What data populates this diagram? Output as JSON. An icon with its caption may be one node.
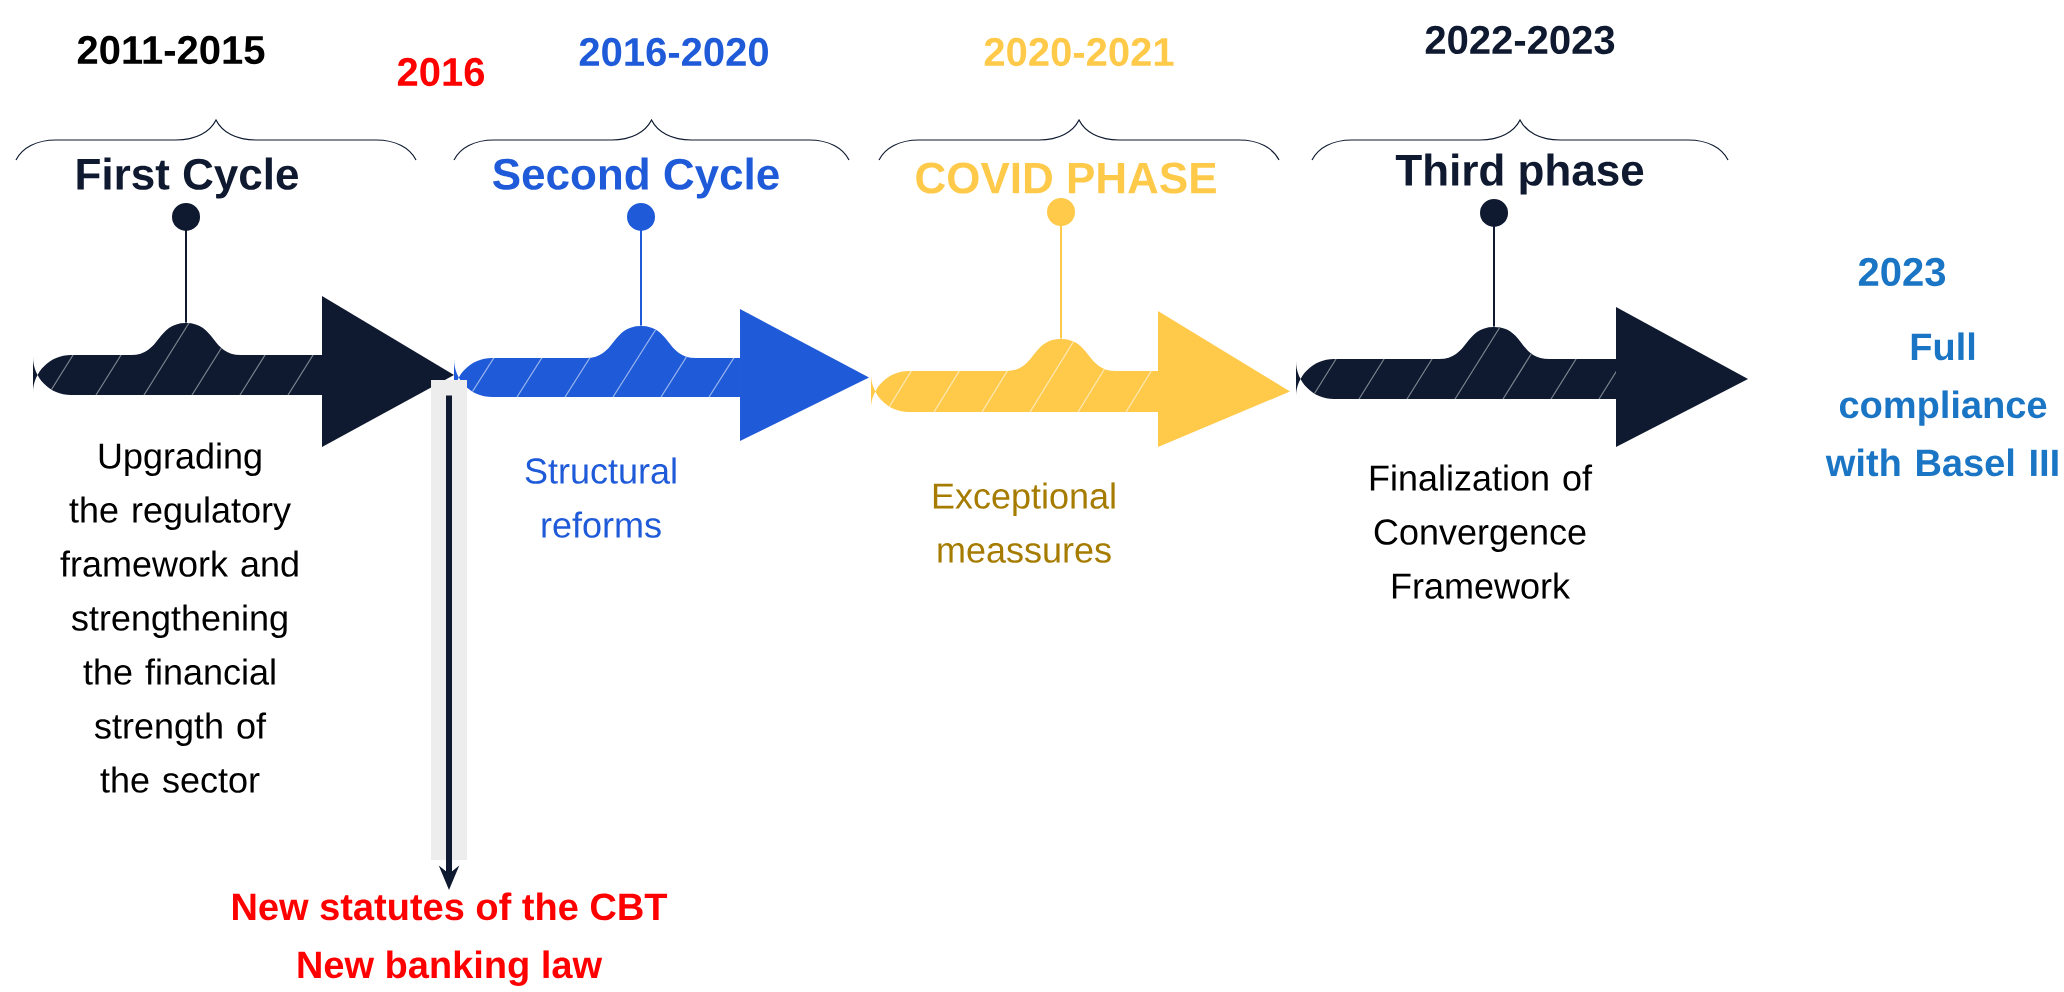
{
  "diagram": {
    "nodes": [
      {
        "text": [
          "First Cycle"
        ]
      },
      {
        "text": [
          "Second Cycle"
        ]
      },
      {
        "text": [
          "COVID PHASE"
        ]
      },
      {
        "text": [
          "Third phase"
        ]
      },
      {
        "text": [],
        "shape": "arrow"
      },
      {
        "text": [],
        "shape": "arrow"
      },
      {
        "text": [],
        "shape": "arrow"
      },
      {
        "text": [],
        "shape": "arrow"
      },
      {
        "text": [
          "New statutes of the CBT",
          "New banking law"
        ]
      }
    ],
    "edges": [
      {
        "from": 0,
        "to": 4,
        "arrow": "other"
      },
      {
        "from": 1,
        "to": 5,
        "arrow": "other",
        "color": "#1f5bd9"
      },
      {
        "from": 2,
        "to": 6,
        "arrow": "other",
        "color": "#ffc94a"
      },
      {
        "from": 3,
        "to": 7,
        "arrow": "other"
      },
      {
        "from": 4,
        "to": 8,
        "arrow": "to",
        "style": "thick"
      }
    ],
    "labels": [
      "2011-2015",
      "2016",
      "2016-2020",
      "2020-2021",
      "2022-2023",
      "Upgrading the regulatory framework and strengthening the financial strength of the sector",
      "Structural reforms",
      "Exceptional meassures",
      "Finalization of Convergence Framework",
      "2023",
      "Full compliance with Basel III"
    ]
  }
}
